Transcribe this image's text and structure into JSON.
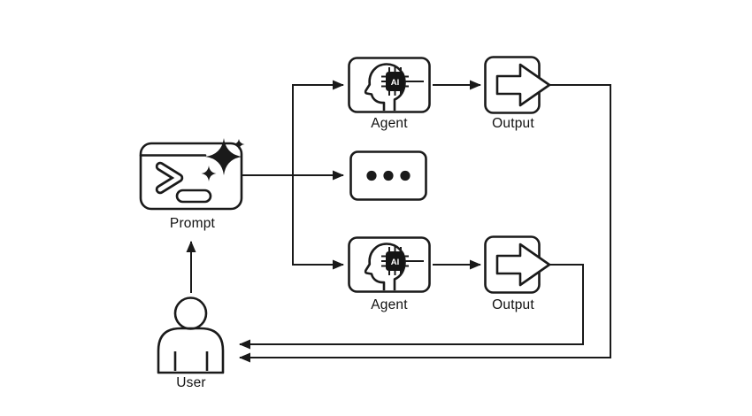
{
  "colors": {
    "background": "#ffffff",
    "stroke": "#1a1a1a",
    "label": "#111111",
    "chip_fill": "#151515",
    "chip_text_color": "#ffffff"
  },
  "nodes": {
    "prompt": {
      "label": "Prompt",
      "icon": "terminal-sparkle-icon"
    },
    "agent_top": {
      "label": "Agent",
      "icon": "head-ai-chip-icon",
      "chip_text": "AI"
    },
    "output_top": {
      "label": "Output",
      "icon": "export-arrow-icon"
    },
    "more_agents": {
      "icon": "ellipsis-icon"
    },
    "agent_bottom": {
      "label": "Agent",
      "icon": "head-ai-chip-icon",
      "chip_text": "AI"
    },
    "output_bottom": {
      "label": "Output",
      "icon": "export-arrow-icon"
    },
    "user": {
      "label": "User",
      "icon": "person-icon"
    }
  },
  "connections": [
    "user -> prompt",
    "prompt -> agent_top",
    "prompt -> more_agents",
    "prompt -> agent_bottom",
    "agent_top -> output_top",
    "agent_bottom -> output_bottom",
    "output_top -> user",
    "output_bottom -> user"
  ]
}
